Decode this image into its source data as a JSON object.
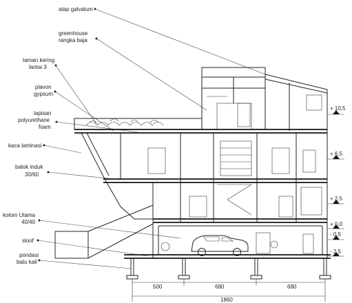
{
  "labels": {
    "atap": "atap galvalum",
    "greenhouse_1": "greenhouse",
    "greenhouse_2": "rangka baja",
    "taman_1": "taman kering",
    "taman_2": "lantai 3",
    "plavon_1": "plavon",
    "plavon_2": "gypsum",
    "lapisan_1": "lapisan",
    "lapisan_2": "polyurethane",
    "lapisan_3": "foam",
    "kaca": "kaca laminasi",
    "balok_1": "balok induk",
    "balok_2": "30/60",
    "kolom_1": "kolom Utama",
    "kolom_2": "40/40",
    "sloof": "sloof",
    "pondasi_1": "pondasi",
    "pondasi_2": "batu kali"
  },
  "levels": [
    "+ 10,5",
    "+ 6,5",
    "+ 2,5",
    "+ 0,0",
    "- 0,5",
    "- 2,5"
  ],
  "dimensions": {
    "d1": "500",
    "d2": "680",
    "d3": "680",
    "total": "1860"
  }
}
